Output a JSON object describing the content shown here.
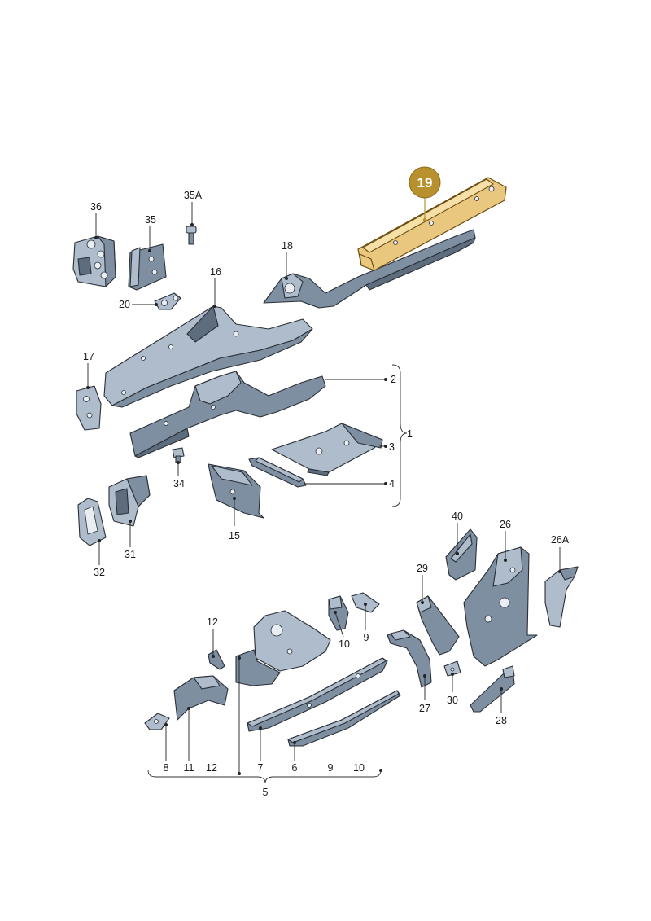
{
  "diagram": {
    "highlighted_callout": "19",
    "highlight_color": "#b8912e",
    "part_color": "#7e8fa1",
    "part_light_color": "#aebccb",
    "part_dark_color": "#5d6d7e",
    "labels": {
      "l36": "36",
      "l35": "35",
      "l35a": "35A",
      "l20": "20",
      "l16": "16",
      "l18": "18",
      "l19": "19",
      "l17": "17",
      "l2": "2",
      "l1": "1",
      "l3": "3",
      "l4": "4",
      "l34": "34",
      "l15": "15",
      "l31": "31",
      "l32": "32",
      "l40": "40",
      "l26": "26",
      "l26a": "26A",
      "l29": "29",
      "l12a": "12",
      "l10a": "10",
      "l9a": "9",
      "l27": "27",
      "l30": "30",
      "l28": "28",
      "l8": "8",
      "l11": "11",
      "l12b": "12",
      "l7": "7",
      "l6": "6",
      "l9b": "9",
      "l10b": "10",
      "l5": "5"
    }
  }
}
